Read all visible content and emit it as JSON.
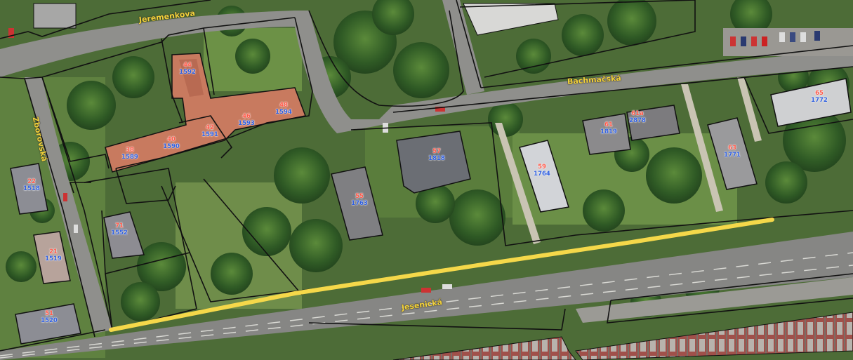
{
  "map": {
    "streets": {
      "jeremenkova": "Jeremenkova",
      "bachmacska": "Bachmačská",
      "zborovska": "Zborovská",
      "jesenicka": "Jesenická"
    },
    "buildings": [
      {
        "id": "b44",
        "number": "44",
        "parcel": "1592"
      },
      {
        "id": "b46",
        "number": "46",
        "parcel": "1593"
      },
      {
        "id": "b48",
        "number": "48",
        "parcel": "1594"
      },
      {
        "id": "b42",
        "number": "42",
        "parcel": "1591"
      },
      {
        "id": "b40",
        "number": "40",
        "parcel": "1590"
      },
      {
        "id": "b38",
        "number": "38",
        "parcel": "1589"
      },
      {
        "id": "b22",
        "number": "22",
        "parcel": "1518"
      },
      {
        "id": "b21",
        "number": "21",
        "parcel": "1519"
      },
      {
        "id": "b71",
        "number": "71",
        "parcel": "1552"
      },
      {
        "id": "b51",
        "number": "51",
        "parcel": "1520"
      },
      {
        "id": "b55",
        "number": "55",
        "parcel": "1763"
      },
      {
        "id": "b57",
        "number": "57",
        "parcel": "1818"
      },
      {
        "id": "b59",
        "number": "59",
        "parcel": "1764"
      },
      {
        "id": "b61",
        "number": "61",
        "parcel": "1819"
      },
      {
        "id": "b61a",
        "number": "61a",
        "parcel": "2878"
      },
      {
        "id": "b63",
        "number": "63",
        "parcel": "1771"
      },
      {
        "id": "b65",
        "number": "65",
        "parcel": "1772"
      }
    ],
    "colors": {
      "parcel_line": "#111111",
      "highlight_line": "#f5d84a",
      "label_number": "#ff5a4a",
      "label_parcel": "#2f5fe0",
      "street_label": "#f2d13a"
    }
  }
}
